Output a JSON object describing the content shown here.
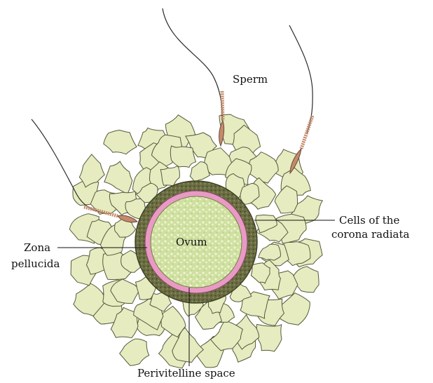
{
  "diagram": {
    "labels": {
      "sperm": "Sperm",
      "ovum": "Ovum",
      "corona_line1": "Cells of the",
      "corona_line2": "corona radiata",
      "zona_line1": "Zona",
      "zona_line2": "pellucida",
      "perivitelline": "Perivitelline space"
    },
    "colors": {
      "ovum_fill": "#cfe0a0",
      "ovum_speckle": "#eef5d4",
      "perivitelline_ring": "#e89ac4",
      "zona_fill": "#6b6e42",
      "zona_dark": "#3f4227",
      "corona_cell_fill": "#e6ecc0",
      "corona_cell_stroke": "#555a3a",
      "sperm_tail": "#2a2a2a",
      "sperm_body": "#c48a6a"
    }
  }
}
